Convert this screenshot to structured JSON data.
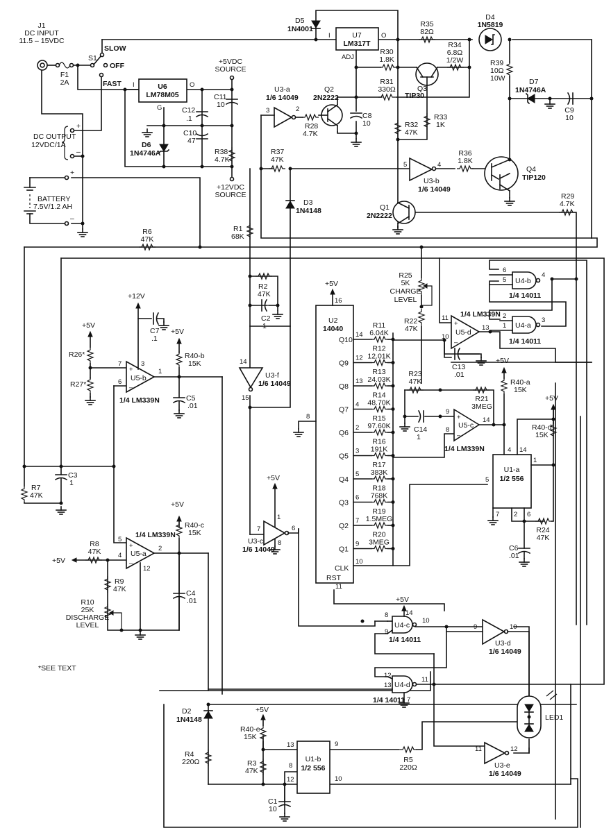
{
  "title": "Battery charger schematic",
  "footnote": "*SEE TEXT",
  "power_section": {
    "J1": {
      "ref": "J1",
      "line1": "DC INPUT",
      "line2": "11.5 – 15VDC"
    },
    "F1": {
      "ref": "F1",
      "value": "2A"
    },
    "S1": {
      "ref": "S1",
      "slow": "SLOW",
      "off": "OFF",
      "fast": "FAST"
    },
    "dc_output": {
      "line1": "DC OUTPUT",
      "line2": "12VDC/1A",
      "plus": "+",
      "minus": "–"
    },
    "battery": {
      "line1": "BATTERY",
      "line2": "7.5V/1.2 AH",
      "plus": "+",
      "minus": "–"
    },
    "U6": {
      "ref": "U6",
      "part": "LM78M05",
      "pin_i": "I",
      "pin_o": "O",
      "pin_g": "G"
    },
    "D6": {
      "ref": "D6",
      "part": "1N4746A"
    },
    "C12": {
      "ref": "C12",
      "value": ".1"
    },
    "C10": {
      "ref": "C10",
      "value": "47"
    },
    "C11": {
      "ref": "C11",
      "value": "10"
    },
    "R38": {
      "ref": "R38",
      "value": "4.7K"
    },
    "src5": {
      "line1": "+5VDC",
      "line2": "SOURCE"
    },
    "src12": {
      "line1": "+12VDC",
      "line2": "SOURCE"
    }
  },
  "charge_section": {
    "D5": {
      "ref": "D5",
      "part": "1N4001"
    },
    "U7": {
      "ref": "U7",
      "part": "LM317T",
      "pin_i": "I",
      "pin_o": "O",
      "pin_adj": "ADJ"
    },
    "R35": {
      "ref": "R35",
      "value": "82Ω"
    },
    "D4": {
      "ref": "D4",
      "part": "1N5819"
    },
    "R30": {
      "ref": "R30",
      "value": "1.8K"
    },
    "R34": {
      "ref": "R34",
      "value": "6.8Ω",
      "rating": "1/2W"
    },
    "R31": {
      "ref": "R31",
      "value": "330Ω"
    },
    "Q3": {
      "ref": "Q3",
      "part": "TIP30"
    },
    "R39": {
      "ref": "R39",
      "value": "10Ω",
      "rating": "10W"
    },
    "D7": {
      "ref": "D7",
      "part": "1N4746A"
    },
    "C9": {
      "ref": "C9",
      "value": "10"
    },
    "U3a": {
      "ref": "U3-a",
      "part": "1/6 14049",
      "pin_in": "3",
      "pin_out": "2"
    },
    "Q2": {
      "ref": "Q2",
      "part": "2N2222"
    },
    "R28": {
      "ref": "R28",
      "value": "4.7K"
    },
    "C8": {
      "ref": "C8",
      "value": "10"
    },
    "R32": {
      "ref": "R32",
      "value": "47K"
    },
    "R33": {
      "ref": "R33",
      "value": "1K"
    },
    "R37": {
      "ref": "R37",
      "value": "47K"
    },
    "U3b": {
      "ref": "U3-b",
      "part": "1/6 14049",
      "pin_in": "5",
      "pin_out": "4"
    },
    "R36": {
      "ref": "R36",
      "value": "1.8K"
    },
    "Q4": {
      "ref": "Q4",
      "part": "TIP120"
    },
    "D3": {
      "ref": "D3",
      "part": "1N4148"
    },
    "Q1": {
      "ref": "Q1",
      "part": "2N2222"
    },
    "R29": {
      "ref": "R29",
      "value": "4.7K"
    }
  },
  "control_section": {
    "R6": {
      "ref": "R6",
      "value": "47K"
    },
    "R1": {
      "ref": "R1",
      "value": "68K"
    },
    "R2": {
      "ref": "R2",
      "value": "47K"
    },
    "C2": {
      "ref": "C2",
      "value": "1"
    },
    "U3f": {
      "ref": "U3-f",
      "part": "1/6 14049",
      "pin_in": "14",
      "pin_out": "15"
    },
    "U5b": {
      "ref": "U5-b",
      "part": "1/4 LM339N",
      "pin_p": "7",
      "pin_n": "6",
      "pin_v": "3",
      "pin_out": "1"
    },
    "v12": "+12V",
    "C7": {
      "ref": "C7",
      "value": ".1"
    },
    "R26": {
      "ref": "R26*"
    },
    "R27": {
      "ref": "R27*"
    },
    "R40b": {
      "ref": "R40-b",
      "value": "15K"
    },
    "C5": {
      "ref": "C5",
      "value": ".01"
    },
    "C3": {
      "ref": "C3",
      "value": "1"
    },
    "R7": {
      "ref": "R7",
      "value": "47K"
    },
    "U5a": {
      "ref": "U5-a",
      "part": "1/4 LM339N",
      "pin_p": "5",
      "pin_n": "4",
      "pin_g": "12",
      "pin_out": "2"
    },
    "R8": {
      "ref": "R8",
      "value": "47K"
    },
    "R9": {
      "ref": "R9",
      "value": "47K"
    },
    "R10": {
      "ref": "R10",
      "value": "25K",
      "line3": "DISCHARGE",
      "line4": "LEVEL"
    },
    "R40c": {
      "ref": "R40-c",
      "value": "15K"
    },
    "C4": {
      "ref": "C4",
      "value": ".01"
    },
    "U3c": {
      "ref": "U3-c",
      "part": "1/6 14049",
      "pin_in": "7",
      "pin_out": "6",
      "pin_v": "1",
      "pin_g": "8"
    },
    "plus5": "+5V"
  },
  "timer_section": {
    "U2": {
      "ref": "U2",
      "part": "14040",
      "pin_vdd": "16",
      "pin_gnd": "8",
      "clk": "CLK",
      "rst": "RST",
      "pin_clk": "10",
      "pin_rst": "11"
    },
    "outputs": [
      {
        "q": "Q10",
        "pin": "14",
        "ref": "R11",
        "value": "6.04K"
      },
      {
        "q": "Q9",
        "pin": "12",
        "ref": "R12",
        "value": "12.01K"
      },
      {
        "q": "Q8",
        "pin": "13",
        "ref": "R13",
        "value": "24.03K"
      },
      {
        "q": "Q7",
        "pin": "4",
        "ref": "R14",
        "value": "48.70K"
      },
      {
        "q": "Q6",
        "pin": "2",
        "ref": "R15",
        "value": "97.60K"
      },
      {
        "q": "Q5",
        "pin": "3",
        "ref": "R16",
        "value": "191K"
      },
      {
        "q": "Q4",
        "pin": "5",
        "ref": "R17",
        "value": "383K"
      },
      {
        "q": "Q3",
        "pin": "6",
        "ref": "R18",
        "value": "768K"
      },
      {
        "q": "Q2",
        "pin": "7",
        "ref": "R19",
        "value": "1.5MEG"
      },
      {
        "q": "Q1",
        "pin": "9",
        "ref": "R20",
        "value": "3MEG"
      }
    ],
    "R25": {
      "ref": "R25",
      "value": "5K",
      "line3": "CHARGE",
      "line4": "LEVEL"
    },
    "R22": {
      "ref": "R22",
      "value": "47K"
    },
    "U5d": {
      "ref": "U5-d",
      "part": "1/4 LM339N",
      "pin_p": "11",
      "pin_n": "10",
      "pin_out": "13"
    },
    "C13": {
      "ref": "C13",
      "value": ".01"
    },
    "U4b": {
      "ref": "U4-b",
      "part": "1/4 14011",
      "pin_a": "6",
      "pin_b": "5",
      "pin_out": "4"
    },
    "U4a": {
      "ref": "U4-a",
      "part": "1/4 14011",
      "pin_a": "2",
      "pin_b": "1",
      "pin_out": "3"
    },
    "R23": {
      "ref": "R23",
      "value": "47K"
    },
    "R21": {
      "ref": "R21",
      "value": "3MEG"
    },
    "C14": {
      "ref": "C14",
      "value": "1"
    },
    "U5c": {
      "ref": "U5-c",
      "part": "1/4 LM339N",
      "pin_p": "9",
      "pin_n": "8",
      "pin_out": "14"
    },
    "R40a": {
      "ref": "R40-a",
      "value": "15K"
    },
    "R40d": {
      "ref": "R40-d",
      "value": "15K"
    },
    "U1a": {
      "ref": "U1-a",
      "part": "1/2 556",
      "pins": {
        "p4": "4",
        "p14": "14",
        "p1": "1",
        "p5": "5",
        "p7": "7",
        "p2": "2",
        "p6": "6"
      }
    },
    "R24": {
      "ref": "R24",
      "value": "47K"
    },
    "C6": {
      "ref": "C6",
      "value": ".01"
    }
  },
  "indicator_section": {
    "U4c": {
      "ref": "U4-c",
      "part": "1/4 14011",
      "pin_a": "8",
      "pin_b": "9",
      "pin_v": "14",
      "pin_out": "10"
    },
    "U4d": {
      "ref": "U4-d",
      "part": "1/4 14011",
      "pin_a": "12",
      "pin_b": "13",
      "pin_g": "7",
      "pin_out": "11"
    },
    "U3d": {
      "ref": "U3-d",
      "part": "1/6 14049",
      "pin_in": "9",
      "pin_out": "10"
    },
    "U3e": {
      "ref": "U3-e",
      "part": "1/6 14049",
      "pin_in": "11",
      "pin_out": "12"
    },
    "LED1": {
      "ref": "LED1"
    },
    "D2": {
      "ref": "D2",
      "part": "1N4148"
    },
    "R4": {
      "ref": "R4",
      "value": "220Ω"
    },
    "R40e": {
      "ref": "R40-e",
      "value": "15K"
    },
    "R3": {
      "ref": "R3",
      "value": "47K"
    },
    "C1": {
      "ref": "C1",
      "value": "10"
    },
    "U1b": {
      "ref": "U1-b",
      "part": "1/2 556",
      "pins": {
        "p13": "13",
        "p8": "8",
        "p12": "12",
        "p9": "9",
        "p10": "10"
      }
    },
    "R5": {
      "ref": "R5",
      "value": "220Ω"
    }
  }
}
